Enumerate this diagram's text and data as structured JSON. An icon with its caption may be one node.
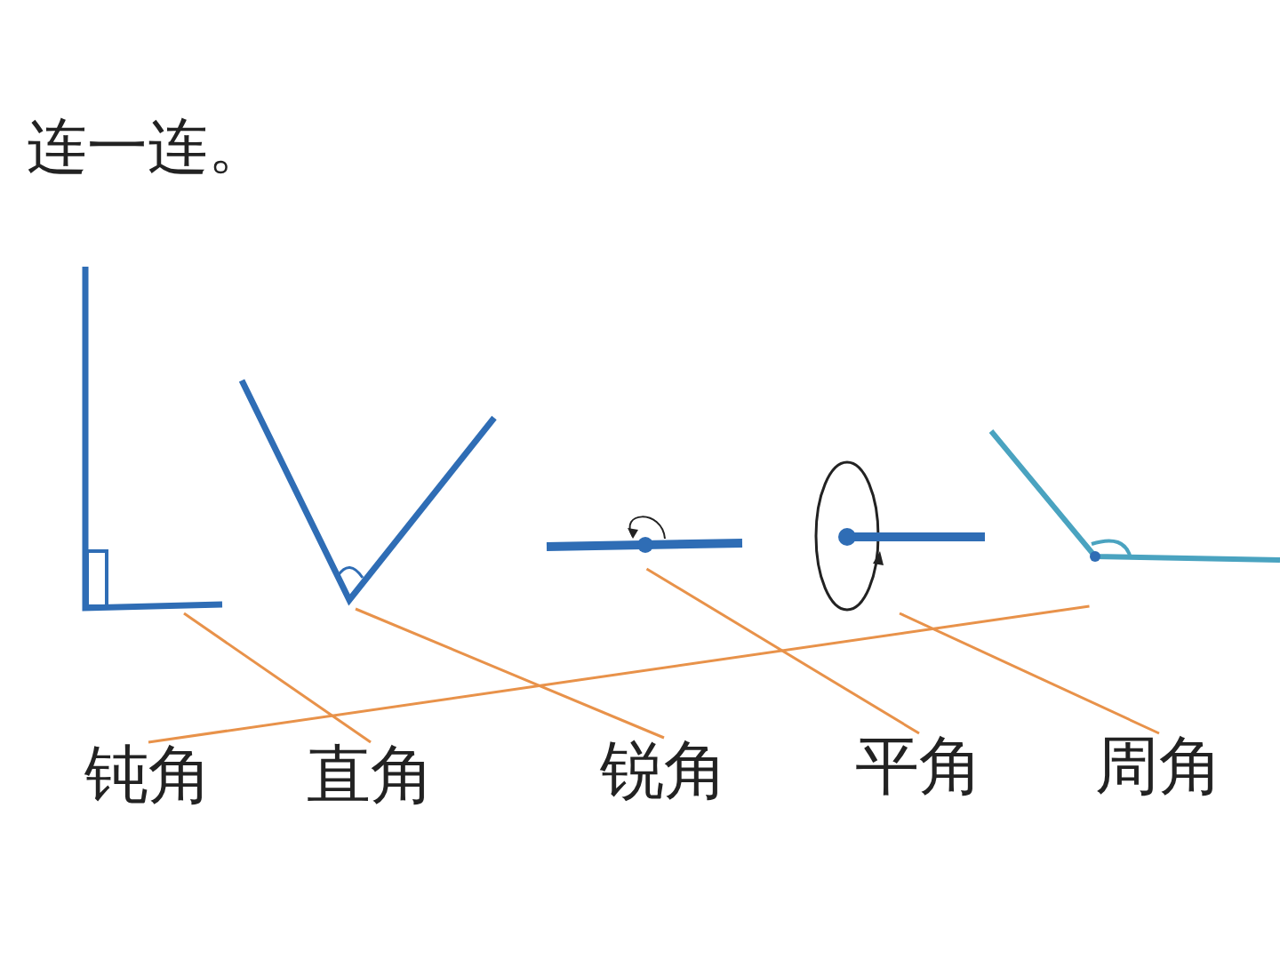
{
  "diagram": {
    "title": "连一连。",
    "nodes": [
      {
        "text": [],
        "shape": "angle"
      },
      {
        "text": [],
        "shape": "angle"
      },
      {
        "text": [],
        "shape": "angle"
      },
      {
        "text": [],
        "shape": "angle"
      },
      {
        "text": [],
        "shape": "angle"
      },
      {
        "text": [
          "钝角"
        ]
      },
      {
        "text": [
          "直角"
        ]
      },
      {
        "text": [
          "锐角"
        ]
      },
      {
        "text": [
          "平角"
        ]
      },
      {
        "text": [
          "周角"
        ]
      }
    ],
    "edges": [
      {
        "from": 0,
        "to": 6,
        "arrow": "none",
        "color": "#e8924a"
      },
      {
        "from": 1,
        "to": 7,
        "arrow": "none",
        "color": "#e8924a"
      },
      {
        "from": 2,
        "to": 8,
        "arrow": "none",
        "color": "#e8924a"
      },
      {
        "from": 3,
        "to": 9,
        "arrow": "none",
        "color": "#e8924a"
      },
      {
        "from": 4,
        "to": 5,
        "arrow": "none",
        "color": "#e8924a"
      }
    ]
  }
}
